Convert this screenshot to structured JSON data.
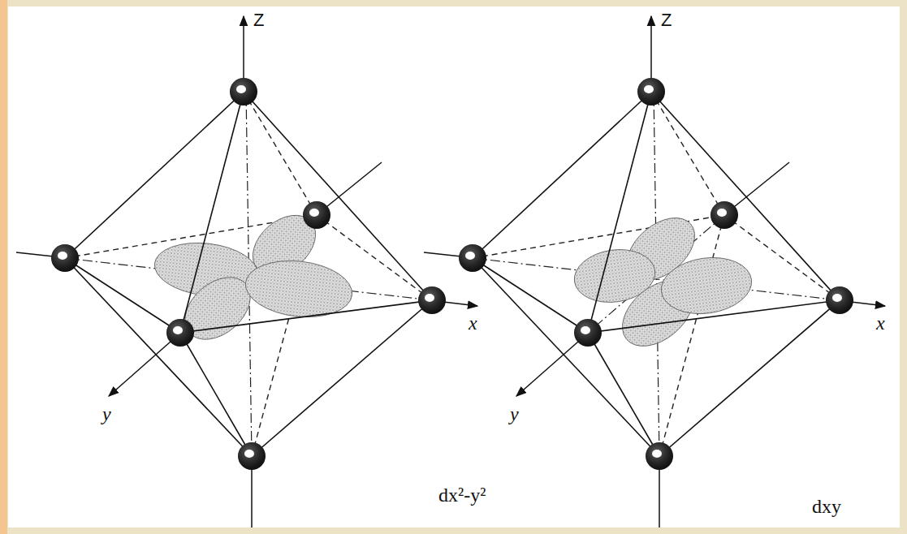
{
  "diagram": {
    "labels": [
      "Z",
      "x",
      "y",
      "dx²-y²",
      "Z",
      "x",
      "y",
      "dxy"
    ]
  }
}
